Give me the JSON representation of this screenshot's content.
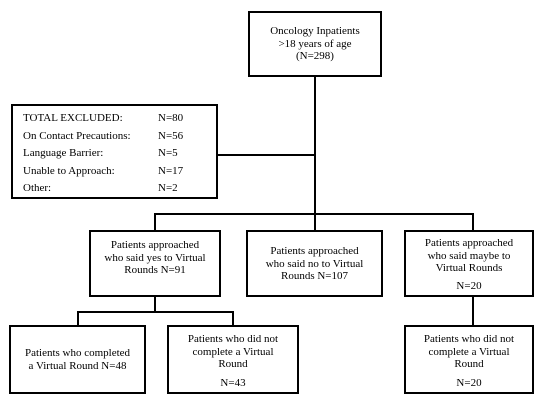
{
  "top": {
    "line1": "Oncology Inpatients",
    "line2": ">18 years of age",
    "line3": "(N=298)"
  },
  "excluded": {
    "rows": [
      {
        "label": "TOTAL EXCLUDED:",
        "value": "N=80"
      },
      {
        "label": "On Contact Precautions:",
        "value": "N=56"
      },
      {
        "label": "Language Barrier:",
        "value": "N=5"
      },
      {
        "label": "Unable to Approach:",
        "value": "N=17"
      },
      {
        "label": "Other:",
        "value": "N=2"
      }
    ]
  },
  "yes_box": {
    "line1": "Patients approached",
    "line2": "who said yes to Virtual",
    "line3": "Rounds N=91"
  },
  "no_box": {
    "line1": "Patients approached",
    "line2": "who said no to Virtual",
    "line3": "Rounds N=107"
  },
  "maybe_box": {
    "line1": "Patients approached",
    "line2": "who said maybe to",
    "line3": "Virtual Rounds",
    "line4": "N=20"
  },
  "completed_box": {
    "line1": "Patients who completed",
    "line2": "a Virtual Round N=48"
  },
  "not_completed_yes_box": {
    "line1": "Patients who did not",
    "line2": "complete a Virtual",
    "line3": "Round",
    "line4": "N=43"
  },
  "not_completed_maybe_box": {
    "line1": "Patients who did not",
    "line2": "complete a Virtual",
    "line3": "Round",
    "line4": "N=20"
  }
}
